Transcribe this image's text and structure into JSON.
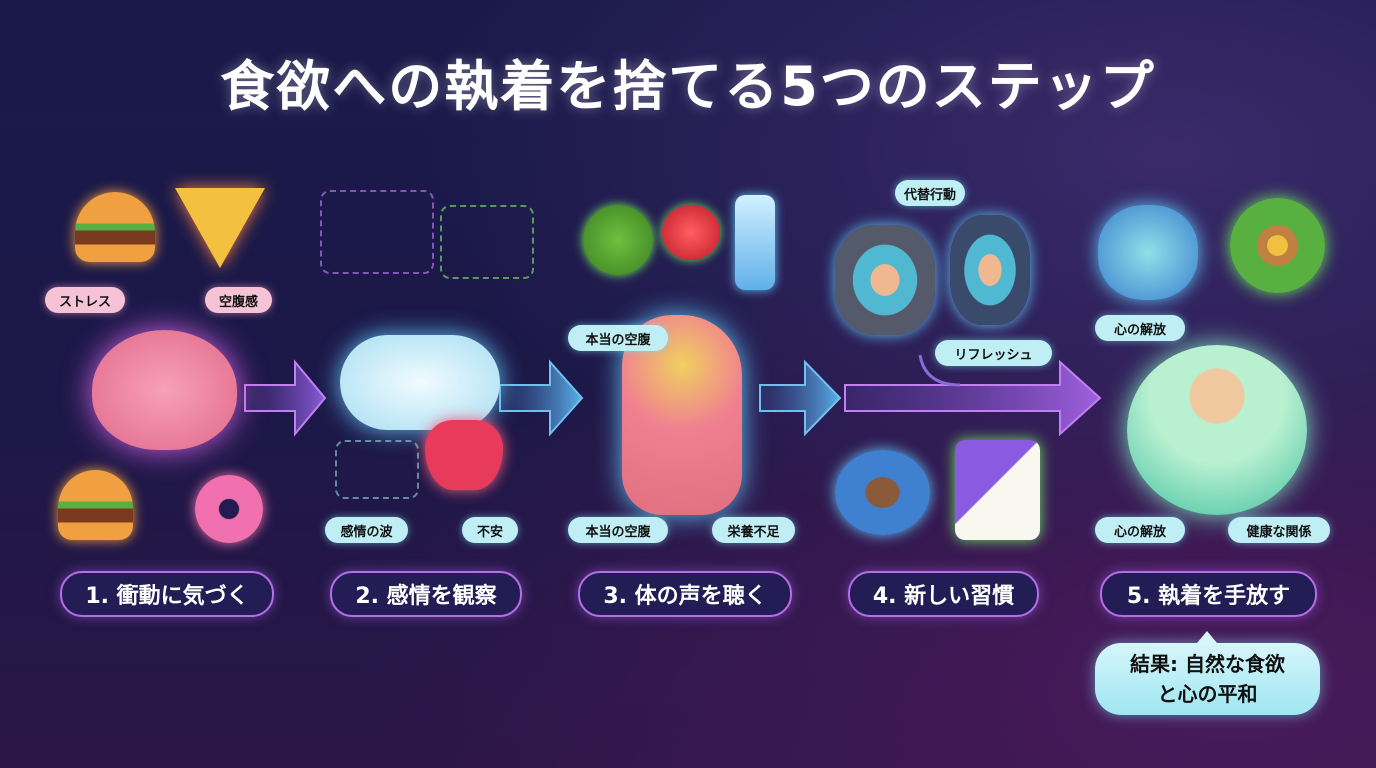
{
  "title": "食欲への執着を捨てる5つのステップ",
  "steps": [
    {
      "label": "1. 衝動に気づく",
      "tags": [
        "ストレス",
        "空腹感"
      ]
    },
    {
      "label": "2. 感情を観察",
      "tags": [
        "感情の波",
        "不安"
      ]
    },
    {
      "label": "3. 体の声を聴く",
      "tags": [
        "本当の空腹",
        "本当の空腹",
        "栄養不足"
      ]
    },
    {
      "label": "4. 新しい習慣",
      "tags": [
        "代替行動",
        "リフレッシュ"
      ]
    },
    {
      "label": "5. 執着を手放す",
      "tags": [
        "心の解放",
        "心の解放",
        "健康な関係"
      ]
    }
  ],
  "result": {
    "line1": "結果: 自然な食欲",
    "line2": "と心の平和"
  },
  "colors": {
    "background": "#1c1848",
    "pill_border": "#b46ee8",
    "pink_tag": "#f6c3d6",
    "blue_tag": "#bfeef4"
  },
  "illustrations": [
    "burger-icon",
    "pizza-icon",
    "brain-icon",
    "donut-icon",
    "molecule-icon",
    "cloud-icon",
    "heart-icon",
    "broccoli-icon",
    "apple-icon",
    "water-bottle-icon",
    "stomach-icon",
    "meditation-icon",
    "running-icon",
    "sleeping-icon",
    "painting-icon",
    "calm-brain-icon",
    "healthy-plate-icon",
    "happy-person-icon"
  ]
}
